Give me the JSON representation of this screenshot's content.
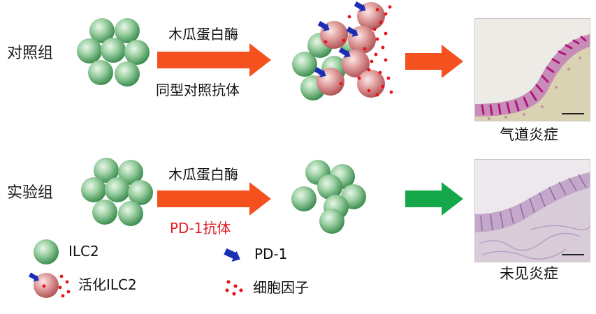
{
  "control": {
    "label": "对照组",
    "treatment": "木瓜蛋白酶",
    "antibody": "同型对照抗体",
    "result": "气道炎症"
  },
  "experiment": {
    "label": "实验组",
    "treatment": "木瓜蛋白酶",
    "antibody": "PD-1抗体",
    "result": "未见炎症"
  },
  "legend": {
    "ilc2": "ILC2",
    "activated_ilc2": "活化ILC2",
    "pd1": "PD-1",
    "cytokine": "细胞因子"
  },
  "colors": {
    "ilc2": "#5aa66a",
    "activated": "#c86f72",
    "pd1": "#1b2fb5",
    "cytokine": "#e8151b",
    "arrow_main": "#f4511e",
    "arrow_green": "#15a84a",
    "antibody_red": "#e31e24"
  }
}
